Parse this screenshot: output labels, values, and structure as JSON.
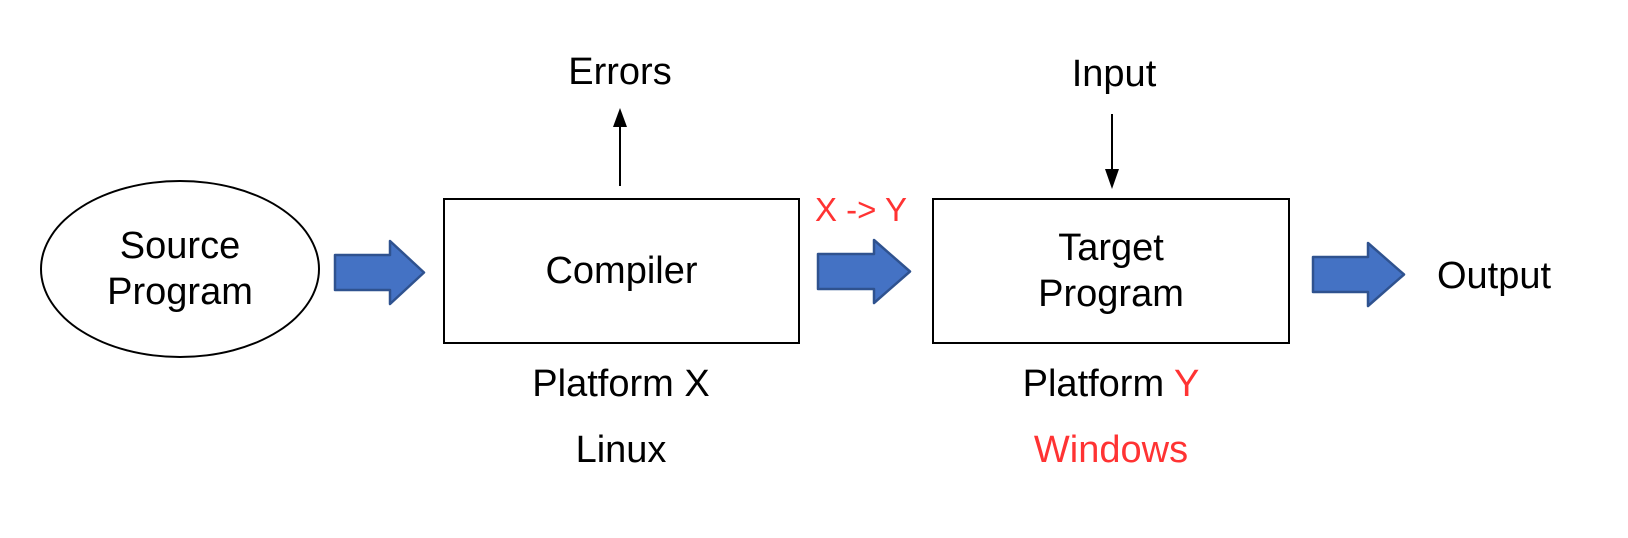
{
  "diagram": {
    "colors": {
      "background": "#FFFFFF",
      "arrow_fill": "#4472C4",
      "arrow_stroke": "#2F528F",
      "accent_red": "#FF3333",
      "text": "#000000",
      "shape_border": "#000000"
    },
    "nodes": {
      "source_program": {
        "line1": "Source",
        "line2": "Program"
      },
      "compiler": {
        "label": "Compiler"
      },
      "target_program": {
        "line1": "Target",
        "line2": "Program"
      }
    },
    "labels": {
      "errors": "Errors",
      "input": "Input",
      "output": "Output",
      "transform": "X -> Y",
      "platform_x": "Platform X",
      "platform_x_os": "Linux",
      "platform_y_black": "Platform",
      "platform_y_red": "Y",
      "platform_y_os": "Windows"
    }
  }
}
